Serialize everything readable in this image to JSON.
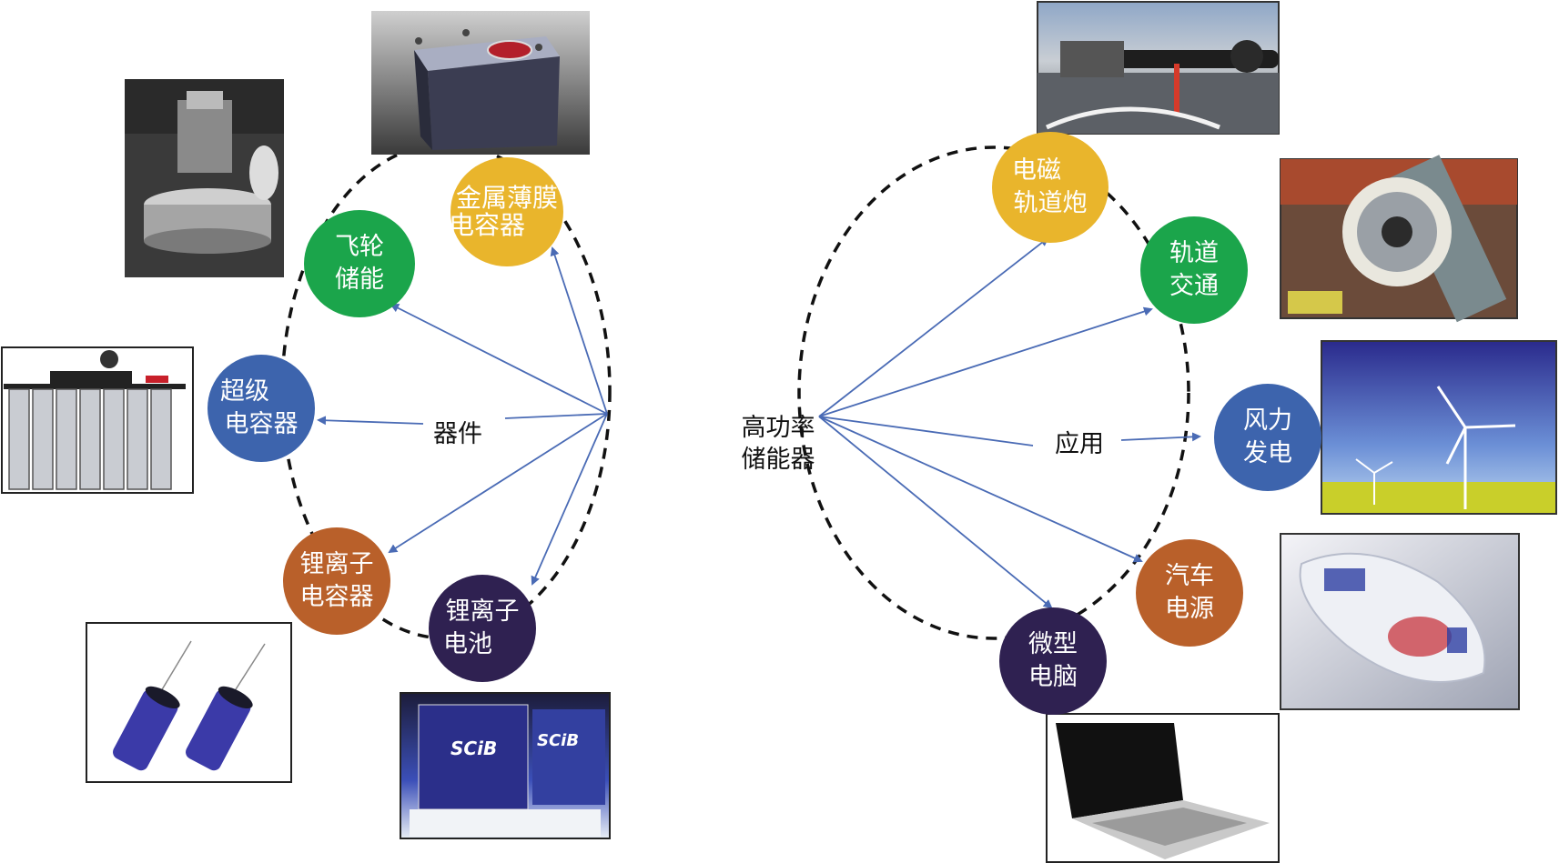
{
  "center": {
    "line1": "高功率",
    "line2": "储能器"
  },
  "branches": {
    "devices_label": "器件",
    "applications_label": "应用"
  },
  "colors": {
    "yellow": "#E9B52C",
    "green": "#1BA54B",
    "blue": "#3D64AD",
    "orange": "#B9602A",
    "purple": "#2F2151",
    "arrow": "#4A6BB5",
    "dash": "#111111"
  },
  "devices": [
    {
      "id": "metal-film-capacitor",
      "line1": "金属薄膜",
      "line2": "电容器",
      "color": "yellow",
      "photo": "metal-film-capacitor-photo"
    },
    {
      "id": "flywheel-storage",
      "line1": "飞轮",
      "line2": "储能",
      "color": "green",
      "photo": "flywheel-photo"
    },
    {
      "id": "supercapacitor",
      "line1": "超级",
      "line2": "电容器",
      "color": "blue",
      "photo": "supercapacitor-module-photo"
    },
    {
      "id": "lithium-ion-capacitor",
      "line1": "锂离子",
      "line2": "电容器",
      "color": "orange",
      "photo": "capacitor-cells-photo"
    },
    {
      "id": "lithium-ion-battery",
      "line1": "锂离子",
      "line2": "电池",
      "color": "purple",
      "photo": "scib-battery-photo"
    }
  ],
  "applications": [
    {
      "id": "railgun",
      "line1": "电磁",
      "line2": "轨道炮",
      "color": "yellow",
      "photo": "railgun-photo"
    },
    {
      "id": "rail-transit",
      "line1": "轨道",
      "line2": "交通",
      "color": "green",
      "photo": "rail-transit-photo"
    },
    {
      "id": "wind-power",
      "line1": "风力",
      "line2": "发电",
      "color": "blue",
      "photo": "wind-turbine-photo"
    },
    {
      "id": "vehicle-power",
      "line1": "汽车",
      "line2": "电源",
      "color": "orange",
      "photo": "car-photo"
    },
    {
      "id": "microcomputer",
      "line1": "微型",
      "line2": "电脑",
      "color": "purple",
      "photo": "laptop-photo"
    }
  ],
  "photo_texts": {
    "scib_logo": "SCiB"
  }
}
